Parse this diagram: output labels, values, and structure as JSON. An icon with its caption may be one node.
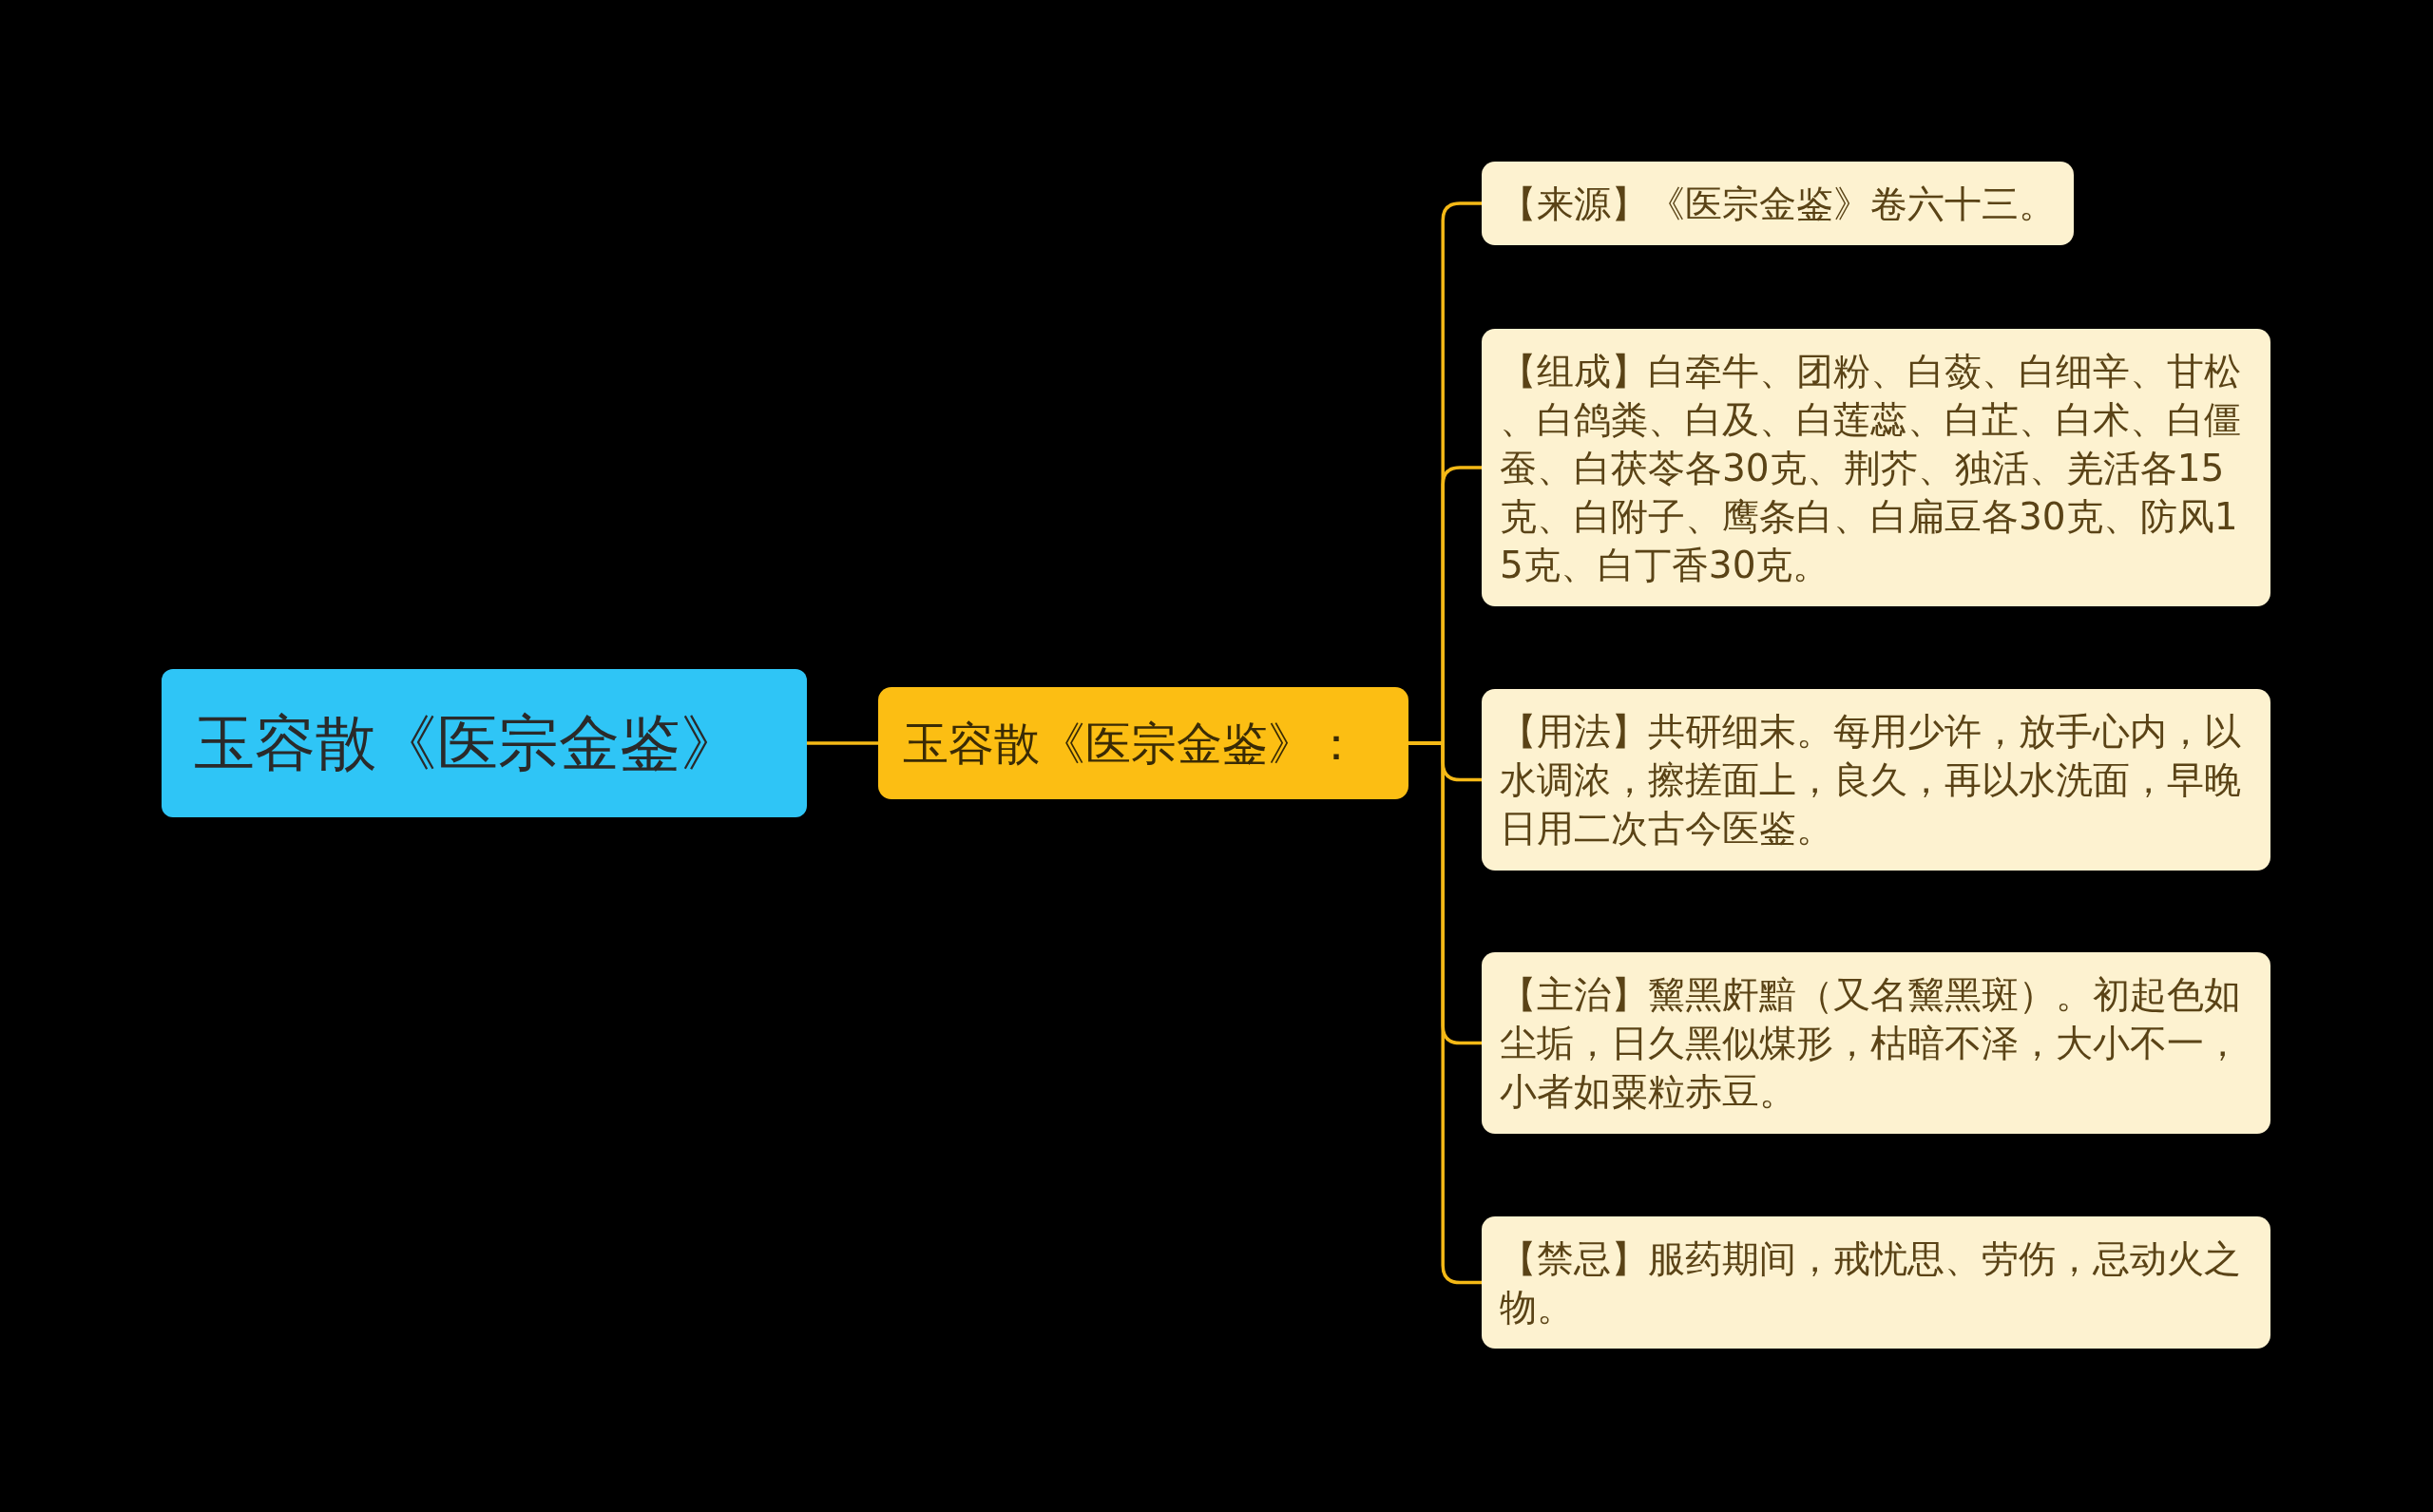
{
  "diagram": {
    "nodes": [
      {
        "text": [
          "玉容散《医宗金鉴》"
        ]
      },
      {
        "text": [
          "玉容散《医宗金鉴》："
        ]
      },
      {
        "text": [
          "【来源】《医宗金鉴》卷六十三。"
        ]
      },
      {
        "text": [
          "【组成】白牵牛、团粉、白蔹、白细辛、甘松、白鸽粪、白及、白莲蕊、白芷、白术、白僵蚕、白茯苓各30克、荆芥、独活、羌活各15克、白附子、鹰条白、白扁豆各30克、防风15克、白丁香30克。"
        ]
      },
      {
        "text": [
          "【用法】共研细末。每用少许，放手心内，以水调浓，擦搓面上，良久，再以水洗面，早晚日用二次古今医鉴。"
        ]
      },
      {
        "text": [
          "【主治】黧黑皯黯（又名黧黑斑）。初起色如尘垢，日久黑似煤形，枯暗不泽，大小不一，小者如粟粒赤豆。"
        ]
      },
      {
        "text": [
          "【禁忌】服药期间，戒忧思、劳伤，忌动火之物。"
        ]
      }
    ],
    "edges": [
      {
        "from": 0,
        "to": 1,
        "arrow": "none"
      },
      {
        "from": 1,
        "to": 2,
        "arrow": "none"
      },
      {
        "from": 1,
        "to": 3,
        "arrow": "none"
      },
      {
        "from": 1,
        "to": 4,
        "arrow": "none"
      },
      {
        "from": 1,
        "to": 5,
        "arrow": "none"
      },
      {
        "from": 1,
        "to": 6,
        "arrow": "none"
      }
    ]
  }
}
